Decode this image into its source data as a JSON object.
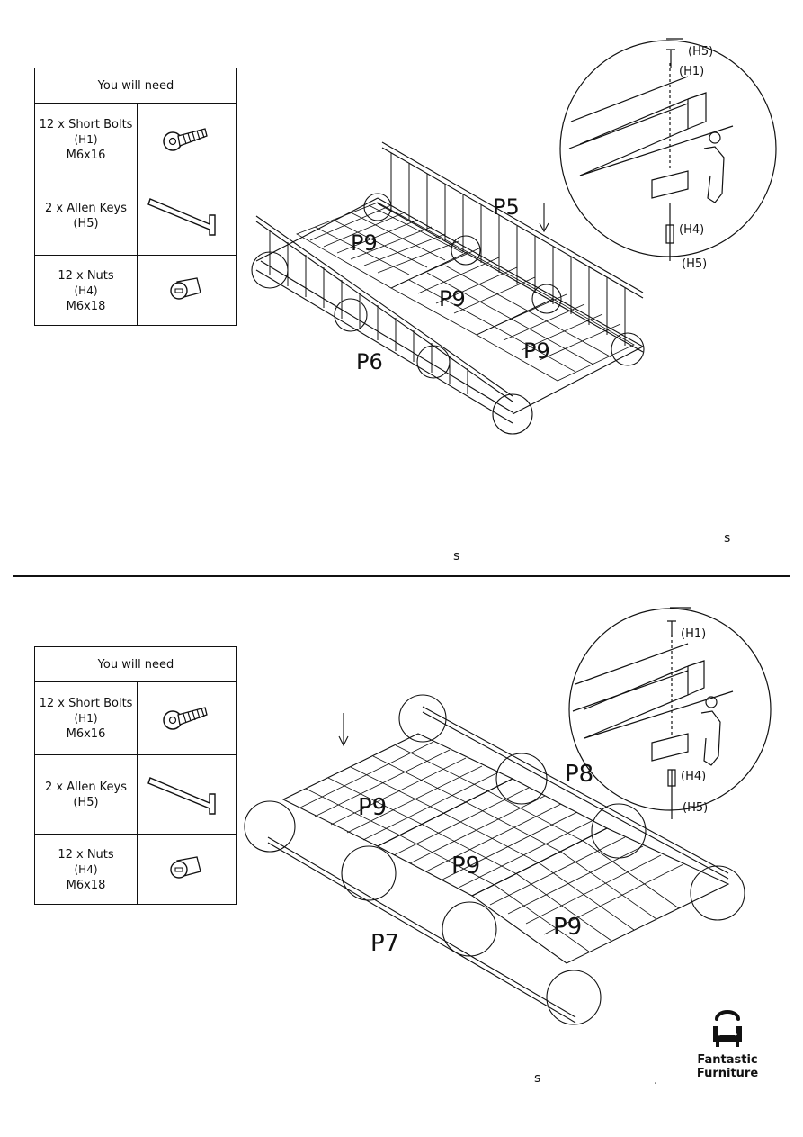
{
  "step1": {
    "table": {
      "header": "You will need",
      "rows": [
        {
          "line1": "12 x Short Bolts",
          "line2": "(H1)",
          "line3": "M6x16",
          "icon": "bolt-icon"
        },
        {
          "line1": "2 x Allen Keys",
          "line2": "(H5)",
          "line3": "",
          "icon": "allen-key-icon"
        },
        {
          "line1": "12 x  Nuts",
          "line2": "(H4)",
          "line3": "M6x18",
          "icon": "nut-icon"
        }
      ]
    },
    "labels": {
      "p5": "P5",
      "p6": "P6",
      "p9a": "P9",
      "p9b": "P9",
      "p9c": "P9"
    },
    "detail": {
      "h5_top": "(H5)",
      "h1": "(H1)",
      "h4": "(H4)",
      "h5_bottom": "(H5)"
    }
  },
  "step2": {
    "table": {
      "header": "You will need",
      "rows": [
        {
          "line1": "12 x Short Bolts",
          "line2": "(H1)",
          "line3": "M6x16",
          "icon": "bolt-icon"
        },
        {
          "line1": "2 x Allen Keys",
          "line2": "(H5)",
          "line3": "",
          "icon": "allen-key-icon"
        },
        {
          "line1": "12 x  Nuts",
          "line2": "(H4)",
          "line3": "M6x18",
          "icon": "nut-icon"
        }
      ]
    },
    "labels": {
      "p7": "P7",
      "p8": "P8",
      "p9a": "P9",
      "p9b": "P9",
      "p9c": "P9"
    },
    "detail": {
      "h1": "(H1)",
      "h4": "(H4)",
      "h5": "(H5)"
    }
  },
  "stray_marks": {
    "s1": "s",
    "s2": "s",
    "s3": "s",
    "dot": "."
  },
  "logo": {
    "line1": "Fantastic",
    "line2": "Furniture",
    "icon": "armchair-logo-icon"
  }
}
